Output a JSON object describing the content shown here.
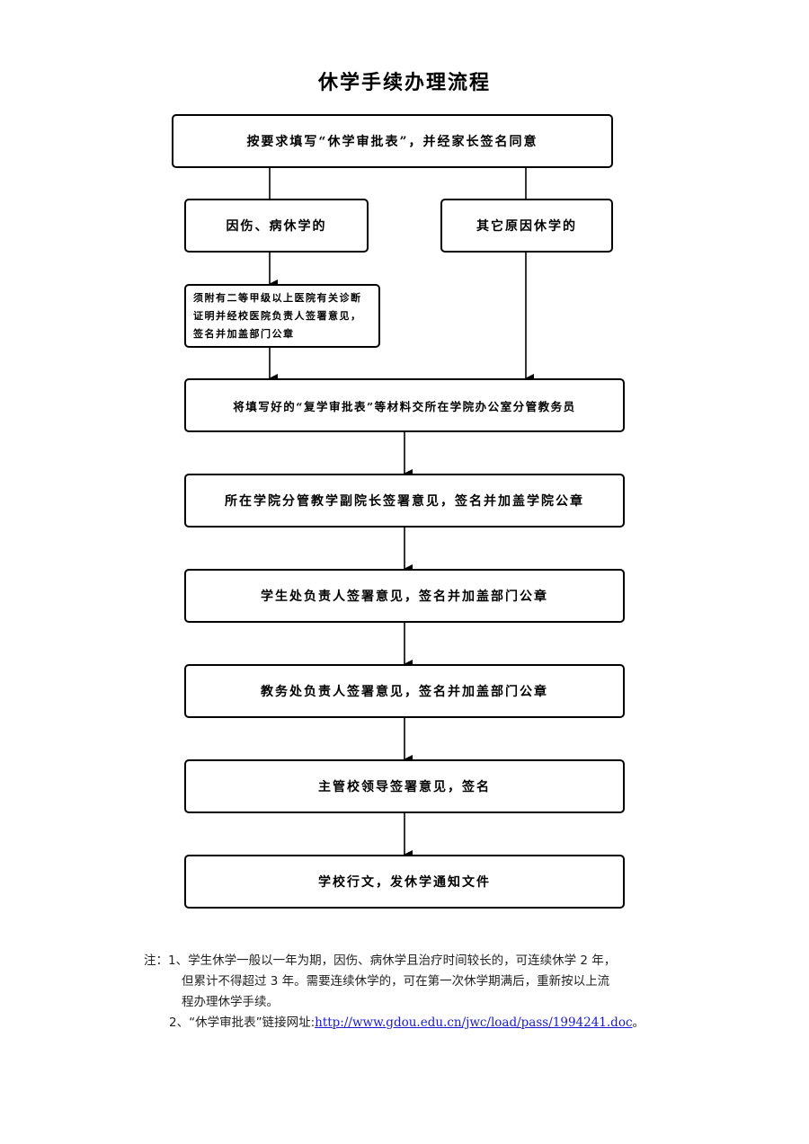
{
  "title": "休学手续办理流程",
  "steps": {
    "fill_form": "按要求填写“休学审批表”，并经家长签名同意",
    "illness": "因伤、病休学的",
    "other": "其它原因休学的",
    "medical_cert": "须附有二等甲级以上医院有关诊断证明并经校医院负责人签署意见，签名并加盖部门公章",
    "submit": "将填写好的“复学审批表”等材料交所在学院办公室分管教务员",
    "dean": "所在学院分管教学副院长签署意见，签名并加盖学院公章",
    "student_office": "学生处负责人签署意见，签名并加盖部门公章",
    "academic_office": "教务处负责人签署意见，签名并加盖部门公章",
    "leader": "主管校领导签署意见，签名",
    "notice": "学校行文，发休学通知文件"
  },
  "notes": {
    "prefix": "注：1、",
    "note1_line1": "学生休学一般以一年为期，因伤、病休学且治疗时间较长的，可连续休学 2 年，",
    "note1_line2": "但累计不得超过 3 年。需要连续休学的，可在第一次休学期满后，重新按以上流",
    "note1_line3": "程办理休学手续。",
    "note2_prefix": "2、“休学审批表”链接网址:",
    "note2_url": "http://www.gdou.edu.cn/jwc/load/pass/1994241.doc",
    "note2_suffix": "。"
  }
}
